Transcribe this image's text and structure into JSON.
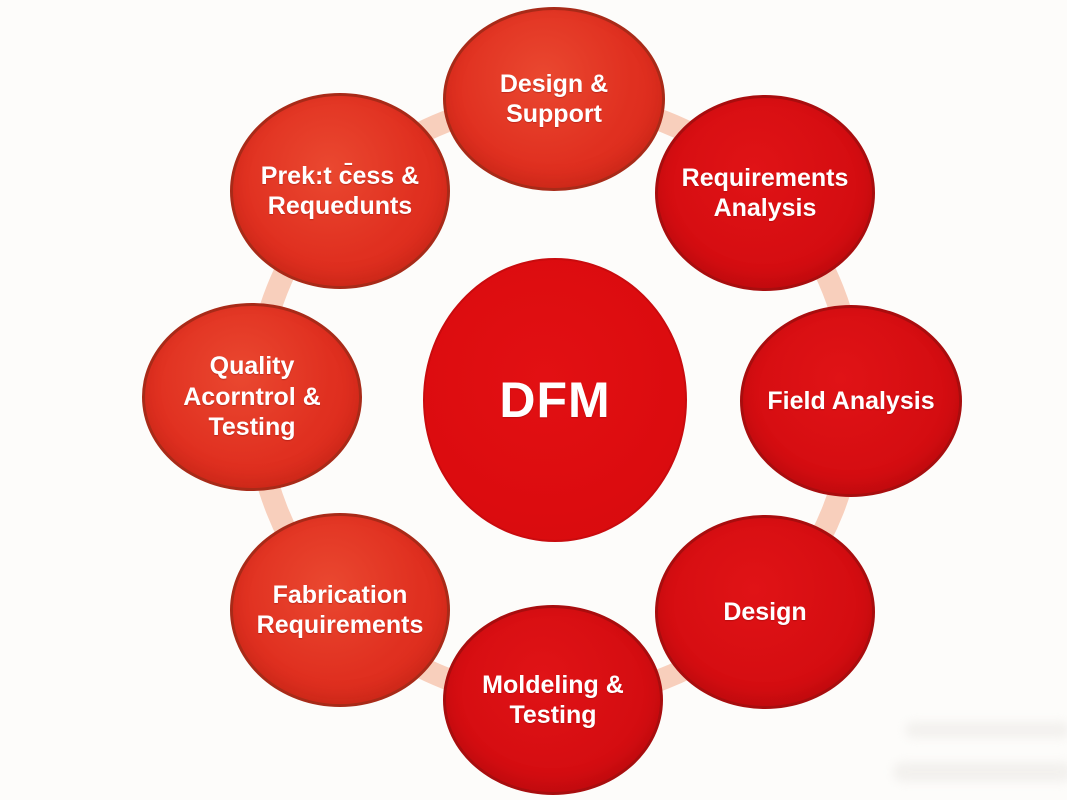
{
  "colors": {
    "background": "#fdfcfa",
    "connector_ring": "#f8cfbc",
    "node_light_red": "#e03020",
    "node_deep_red": "#d50d11",
    "center_red": "#dc0c0f",
    "node_border_light": "#a82a18",
    "node_border_deep": "#a80d0e",
    "label_text": "#ffffff"
  },
  "diagram": {
    "type": "cycle-diagram",
    "center": {
      "label": "DFM"
    },
    "nodes": [
      {
        "id": "design-support",
        "position": "top",
        "label": "Design &\nSupport"
      },
      {
        "id": "requirements-analysis",
        "position": "top-right",
        "label": "Requirements\nAnalysis"
      },
      {
        "id": "field-analysis",
        "position": "right",
        "label": "Field Analysis"
      },
      {
        "id": "design",
        "position": "bottom-right",
        "label": "Design"
      },
      {
        "id": "modeling-testing",
        "position": "bottom",
        "label": "Moldeling &\nTesting"
      },
      {
        "id": "fabrication-requirements",
        "position": "bottom-left",
        "label": "Fabrication\nRequirements"
      },
      {
        "id": "quality-control-testing",
        "position": "left",
        "label": "Quality\nAcorntrol &\nTesting"
      },
      {
        "id": "process-requirements",
        "position": "top-left",
        "label": "Prek:t c̄ess &\nRequedunts"
      }
    ]
  }
}
